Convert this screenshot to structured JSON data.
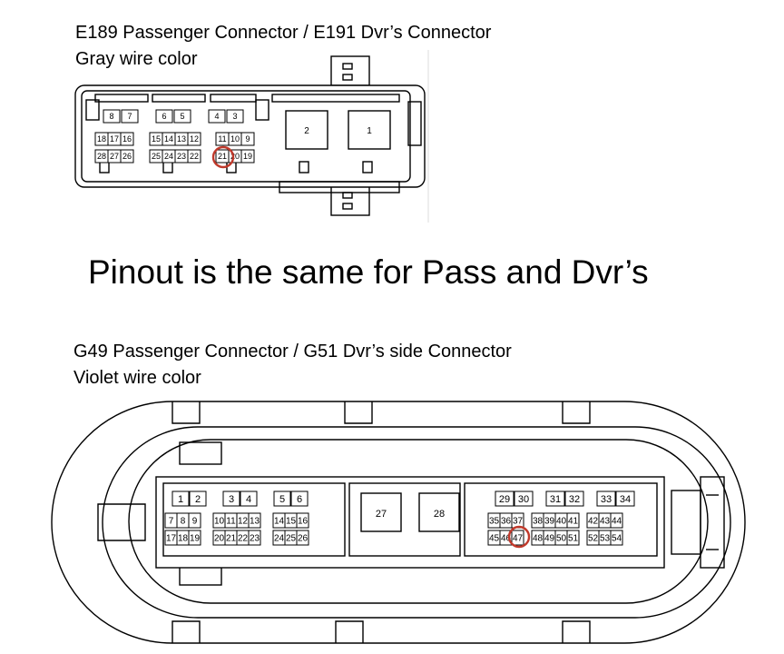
{
  "connector1": {
    "title": "E189 Passenger Connector / E191 Dvr’s Connector",
    "wire": "Gray wire color",
    "highlight_color": "#c0392b",
    "top_pins": [
      "8",
      "7",
      "6",
      "5",
      "4",
      "3"
    ],
    "block_a": {
      "row1": [
        "18",
        "17",
        "16"
      ],
      "row2": [
        "28",
        "27",
        "26"
      ]
    },
    "block_b": {
      "row1": [
        "15",
        "14",
        "13",
        "12"
      ],
      "row2": [
        "25",
        "24",
        "23",
        "22"
      ]
    },
    "block_c": {
      "row1": [
        "11",
        "10",
        "9"
      ],
      "row2": [
        "21",
        "20",
        "19"
      ]
    },
    "large_pins": [
      "2",
      "1"
    ]
  },
  "headline": "Pinout is the same for Pass and Dvr’s",
  "connector2": {
    "title": "G49 Passenger Connector / G51 Dvr’s side Connector",
    "wire": "Violet wire color",
    "highlight_color": "#c0392b",
    "top_pins_left": [
      "1",
      "2",
      "3",
      "4",
      "5",
      "6"
    ],
    "top_pins_right": [
      "29",
      "30",
      "31",
      "32",
      "33",
      "34"
    ],
    "left_row1": [
      "7",
      "8",
      "9",
      "10",
      "11",
      "12",
      "13",
      "14",
      "15",
      "16"
    ],
    "left_row2": [
      "17",
      "18",
      "19",
      "20",
      "21",
      "22",
      "23",
      "24",
      "25",
      "26"
    ],
    "right_row1": [
      "35",
      "36",
      "37",
      "38",
      "39",
      "40",
      "41",
      "42",
      "43",
      "44"
    ],
    "right_row2": [
      "45",
      "46",
      "47",
      "48",
      "49",
      "50",
      "51",
      "52",
      "53",
      "54"
    ],
    "large_pins": [
      "27",
      "28"
    ]
  }
}
